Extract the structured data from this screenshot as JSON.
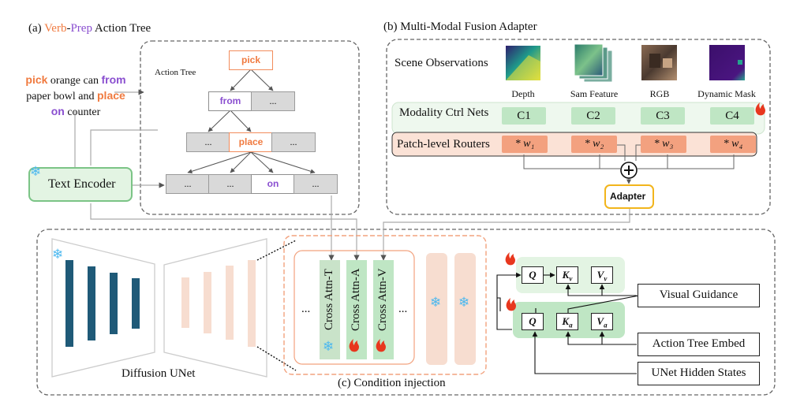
{
  "panel_a": {
    "prefix": "(a) ",
    "title_verb": "Verb",
    "title_dash": "-",
    "title_prep": "Prep",
    "title_rest": " Action Tree",
    "tree_label": "Action Tree",
    "instruction": {
      "w1": "pick",
      "t1": " orange can ",
      "w2": "from",
      "t2": "paper bowl and ",
      "w3": "place",
      "w4": "on",
      "t3": " counter"
    },
    "text_encoder": "Text Encoder",
    "nodes": {
      "pick": "pick",
      "from": "from",
      "place": "place",
      "on": "on",
      "ellipsis": "..."
    }
  },
  "panel_b": {
    "title": "(b) Multi-Modal Fusion Adapter",
    "scene_observations": "Scene Observations",
    "obs_labels": [
      "Depth",
      "Sam Feature",
      "RGB",
      "Dynamic Mask"
    ],
    "modality_ctrl_nets": "Modality Ctrl Nets",
    "ctrl_nets": [
      "C1",
      "C2",
      "C3",
      "C4"
    ],
    "patch_level_routers": "Patch-level Routers",
    "routers": [
      "* w₁",
      "* w₂",
      "* w₃",
      "* w₄"
    ],
    "adapter": "Adapter"
  },
  "panel_c": {
    "title": "(c) Condition injection",
    "unet_label": "Diffusion UNet",
    "cross_attn": [
      "Cross Attn-T",
      "Cross Attn-A",
      "Cross Attn-V"
    ],
    "ellipsis": "...",
    "visual_guidance": "Visual Guidance",
    "action_tree_embed": "Action Tree Embed",
    "unet_hidden_states": "UNet Hidden States",
    "qkv_top": [
      "Q",
      "K",
      "v",
      "V",
      "v"
    ],
    "qkv_bottom": [
      "Q",
      "K",
      "a",
      "V",
      "a"
    ]
  },
  "colors": {
    "verb": "#f07a3f",
    "prep": "#8a4fd0",
    "unet_down": "#1f5a78",
    "unet_up": "#f7ddd0",
    "ctrl_green": "#bfe6c4",
    "router_orange": "#f3a17f",
    "adapter_border": "#f2b51c",
    "snow": "#4cb8ef",
    "flame": "#e8371e"
  }
}
